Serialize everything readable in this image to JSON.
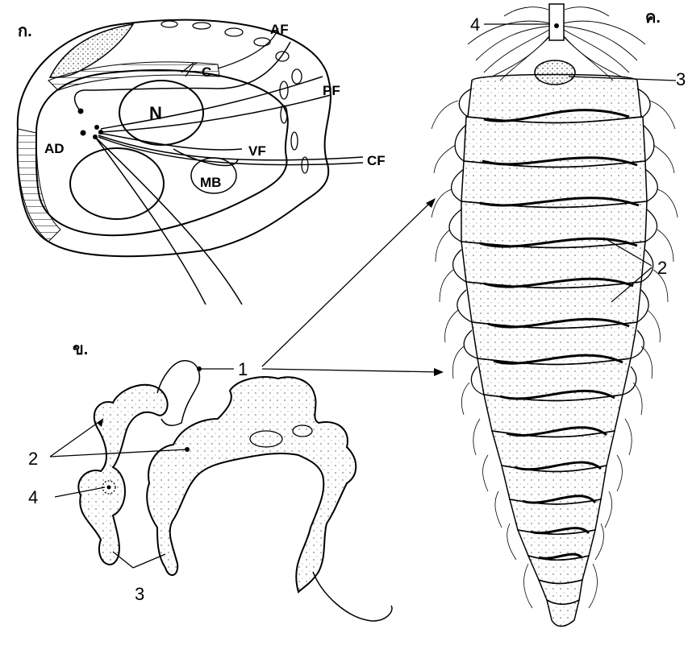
{
  "panels": {
    "a": "ก.",
    "b": "ข.",
    "c": "ค."
  },
  "cell_labels": {
    "af": "AF",
    "c": "C",
    "pf": "PF",
    "n": "N",
    "ad": "AD",
    "vf": "VF",
    "cf": "CF",
    "mb": "MB"
  },
  "numbers": {
    "n1": "1",
    "n2_left": "2",
    "n2_right": "2",
    "n3_left": "3",
    "n3_right": "3",
    "n4_left": "4",
    "n4_right": "4"
  },
  "colors": {
    "ink": "#000000",
    "paper": "#ffffff"
  }
}
